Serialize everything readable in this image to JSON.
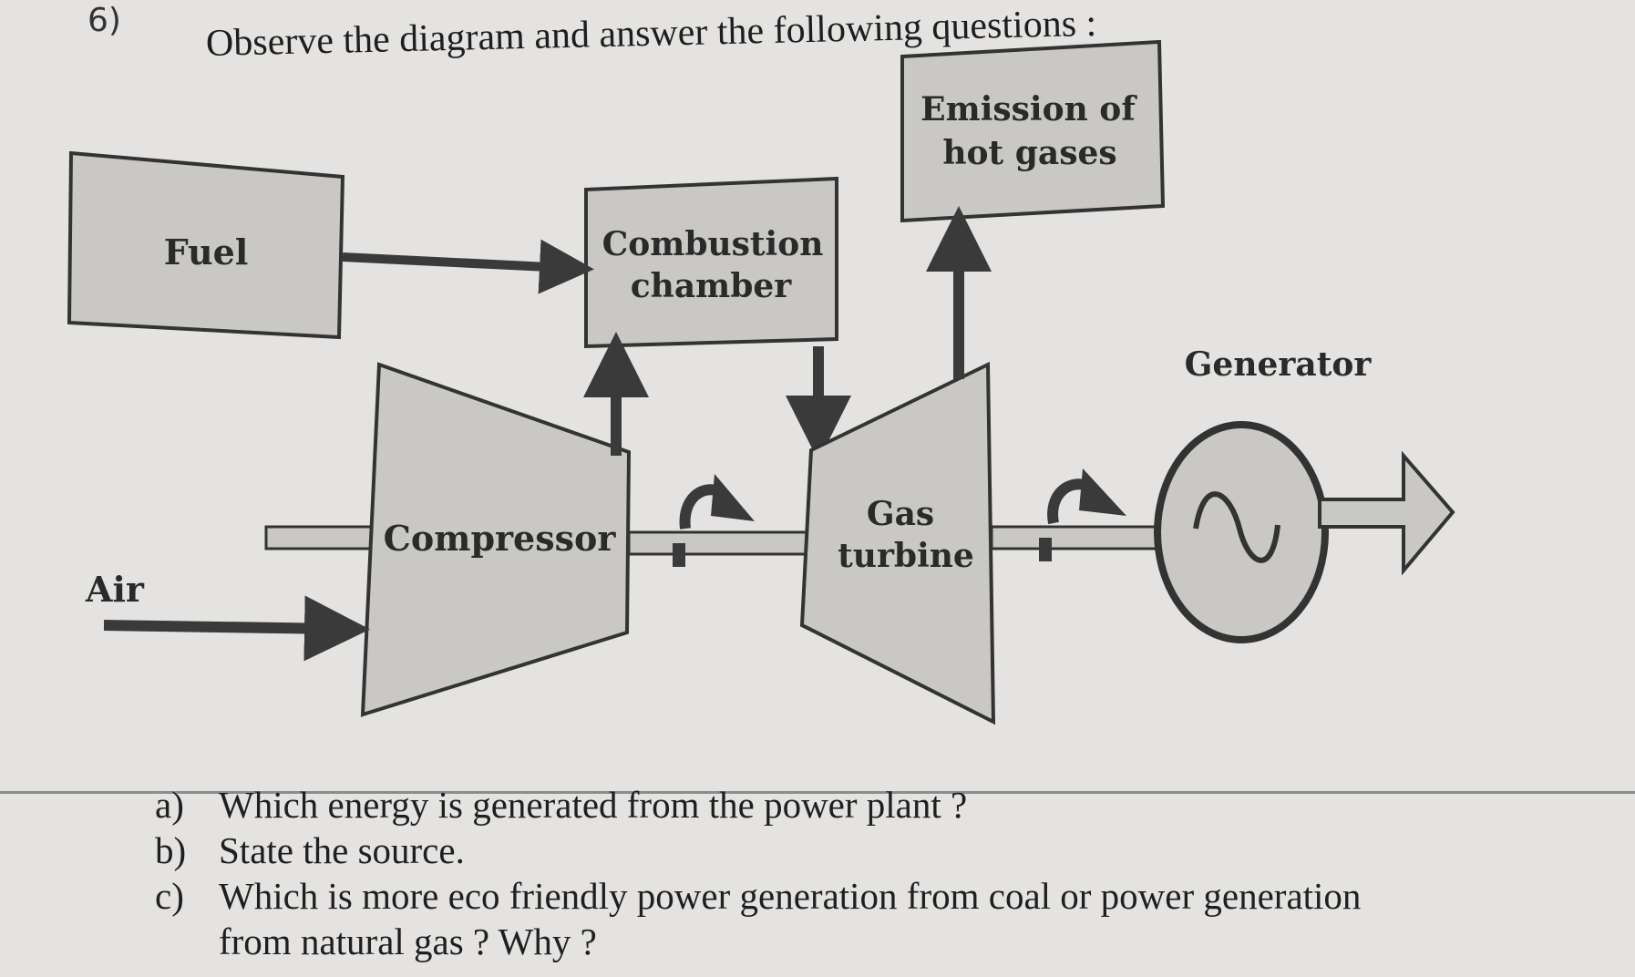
{
  "question": {
    "number": "6)",
    "instruction": "Observe the diagram and answer the following questions :"
  },
  "diagram": {
    "labels": {
      "fuel": "Fuel",
      "air": "Air",
      "combustion_line1": "Combustion",
      "combustion_line2": "chamber",
      "emission_line1": "Emission of",
      "emission_line2": "hot gases",
      "compressor": "Compressor",
      "turbine_line1": "Gas",
      "turbine_line2": "turbine",
      "generator": "Generator"
    },
    "colors": {
      "box_fill": "#c9c8c5",
      "stroke": "#333333",
      "arrow": "#3a3a3a"
    }
  },
  "sub_questions": [
    {
      "key": "a)",
      "text": "Which energy is generated from the power plant ?"
    },
    {
      "key": "b)",
      "text": "State the source."
    },
    {
      "key": "c)",
      "text": "Which is more eco friendly power generation from coal or power generation",
      "continuation": "from natural gas ? Why ?"
    }
  ]
}
